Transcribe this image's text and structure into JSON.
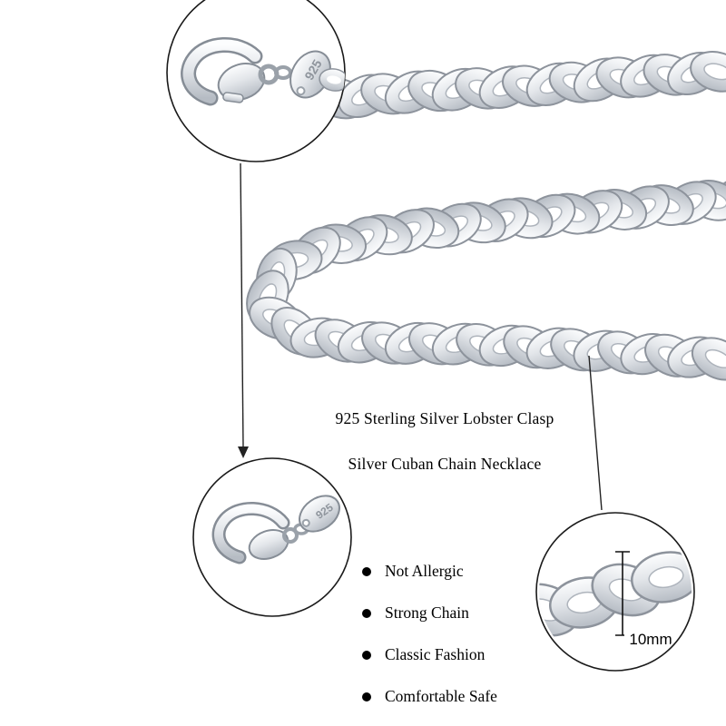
{
  "product": {
    "title_line1": "925 Sterling Silver Lobster Clasp",
    "title_line2": "Silver Cuban Chain Necklace",
    "features": [
      "Not Allergic",
      "Strong Chain",
      "Classic Fashion",
      "Comfortable Safe"
    ],
    "clasp_stamp": "925",
    "chain_width_label": "10mm"
  },
  "colors": {
    "background": "#ffffff",
    "text": "#000000",
    "outline": "#1a1a1a",
    "silver_light": "#fcfdfe",
    "silver_mid": "#e3e6ea",
    "silver_dark": "#b6bcc4",
    "link_stroke": "#8d939c"
  }
}
